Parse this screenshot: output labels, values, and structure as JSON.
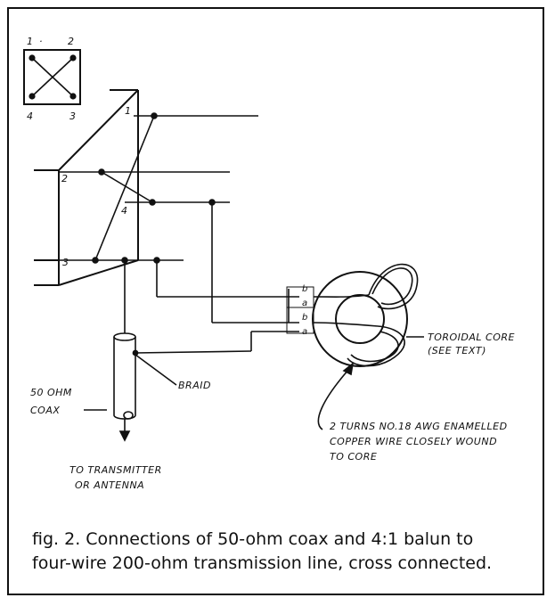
{
  "inset": {
    "pin1": "1",
    "dot": "·",
    "pin2": "2",
    "pin4": "4",
    "pin3": "3"
  },
  "rack": {
    "pin1": "1",
    "pin2": "2",
    "pin3": "3",
    "pin4": "4"
  },
  "balun": {
    "b1": "b",
    "a1": "a",
    "b2": "b",
    "a2": "a"
  },
  "labels": {
    "toroidal_line1": "TOROIDAL CORE",
    "toroidal_line2": "(SEE TEXT)",
    "braid": "BRAID",
    "coax_line1": "50 OHM",
    "coax_line2": "COAX",
    "turns_line1": "2 TURNS NO.18 AWG ENAMELLED",
    "turns_line2": "COPPER WIRE CLOSELY WOUND",
    "turns_line3": "TO CORE",
    "dest_line1": "TO TRANSMITTER",
    "dest_line2": "OR ANTENNA"
  },
  "caption": {
    "line1": "fig. 2. Connections of 50-ohm coax and 4:1 balun to",
    "line2": "four-wire 200-ohm transmission line, cross connected."
  },
  "colors": {
    "ink": "#111111",
    "paper": "#ffffff"
  }
}
